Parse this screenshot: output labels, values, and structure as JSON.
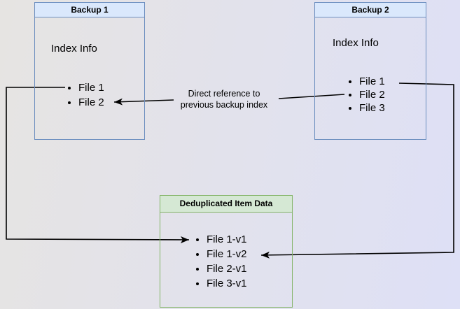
{
  "backup1": {
    "title": "Backup 1",
    "subtitle": "Index Info",
    "items": [
      "File 1",
      "File 2"
    ]
  },
  "backup2": {
    "title": "Backup 2",
    "subtitle": "Index Info",
    "items": [
      "File 1",
      "File 2",
      "File 3"
    ]
  },
  "dedup": {
    "title": "Deduplicated Item Data",
    "items": [
      "File 1-v1",
      "File 1-v2",
      "File 2-v1",
      "File 3-v1"
    ]
  },
  "annotation": {
    "line1": "Direct reference to",
    "line2": "previous backup index"
  },
  "colors": {
    "blue_border": "#6c8ebf",
    "blue_fill": "#dae8fc",
    "green_border": "#82b366",
    "green_fill": "#d5e8d4",
    "line": "#000000",
    "background_start": "#e6e4e2",
    "background_end": "#dee0f6"
  }
}
